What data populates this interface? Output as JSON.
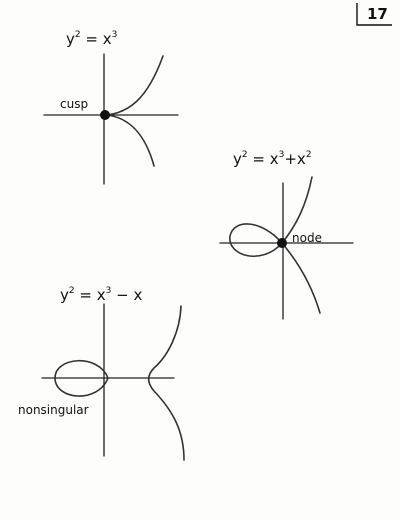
{
  "page_number": "17",
  "panels": [
    {
      "id": "cusp",
      "equation": {
        "lhs": "y",
        "lhs_exp": "2",
        "rel": " = ",
        "rhs": "x",
        "rhs_exp": "3",
        "tail": ""
      },
      "point_label": "cusp"
    },
    {
      "id": "node",
      "equation": {
        "lhs": "y",
        "lhs_exp": "2",
        "rel": " = ",
        "rhs": "x",
        "rhs_exp": "3",
        "tail": "+x",
        "tail_exp": "2"
      },
      "point_label": "node"
    },
    {
      "id": "nonsingular",
      "equation": {
        "lhs": "y",
        "lhs_exp": "2",
        "rel": " = ",
        "rhs": "x",
        "rhs_exp": "3",
        "tail": " − x"
      },
      "point_label": "nonsingular"
    }
  ],
  "colors": {
    "ink": "#111111",
    "paper": "#fdfdfb"
  }
}
